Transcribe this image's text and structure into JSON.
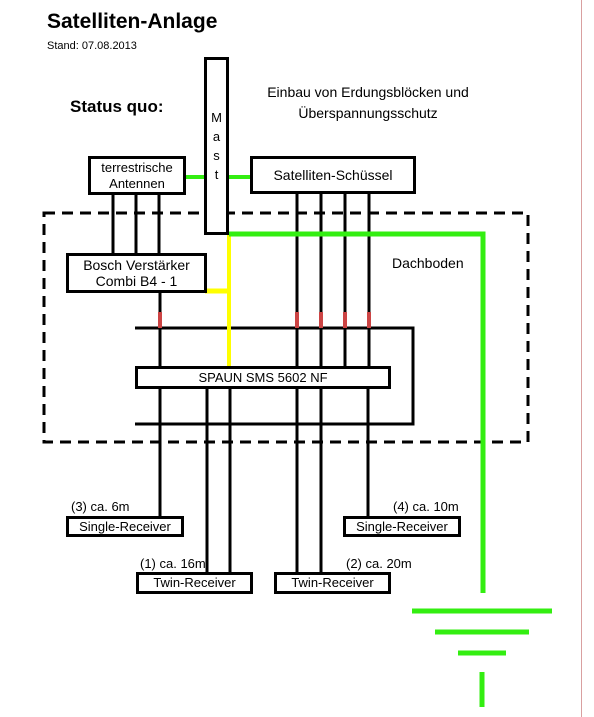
{
  "title": "Satelliten-Anlage",
  "stand": "Stand: 07.08.2013",
  "status_label": "Status quo:",
  "note": {
    "line1": "Einbau von Erdungsblöcken und",
    "line2": "Überspannungsschutz"
  },
  "mast_letters": [
    "M",
    "a",
    "s",
    "t"
  ],
  "boxes": {
    "antennas_line1": "terrestrische",
    "antennas_line2": "Antennen",
    "dish": "Satelliten-Schüssel",
    "amp_line1": "Bosch Verstärker",
    "amp_line2": "Combi B4 - 1",
    "multiswitch": "SPAUN SMS 5602 NF",
    "single_receiver_left": "Single-Receiver",
    "single_receiver_right": "Single-Receiver",
    "twin_receiver_left": "Twin-Receiver",
    "twin_receiver_right": "Twin-Receiver"
  },
  "cable_labels": {
    "c3": "(3) ca. 6m",
    "c4": "(4) ca. 10m",
    "c1": "(1) ca. 16m",
    "c2": "(2) ca. 20m"
  },
  "attic_label": "Dachboden",
  "colors": {
    "ground_wire": "#33ee11",
    "amp_link": "#ffff00",
    "coax": "#000000",
    "connector": "#cc4444"
  }
}
